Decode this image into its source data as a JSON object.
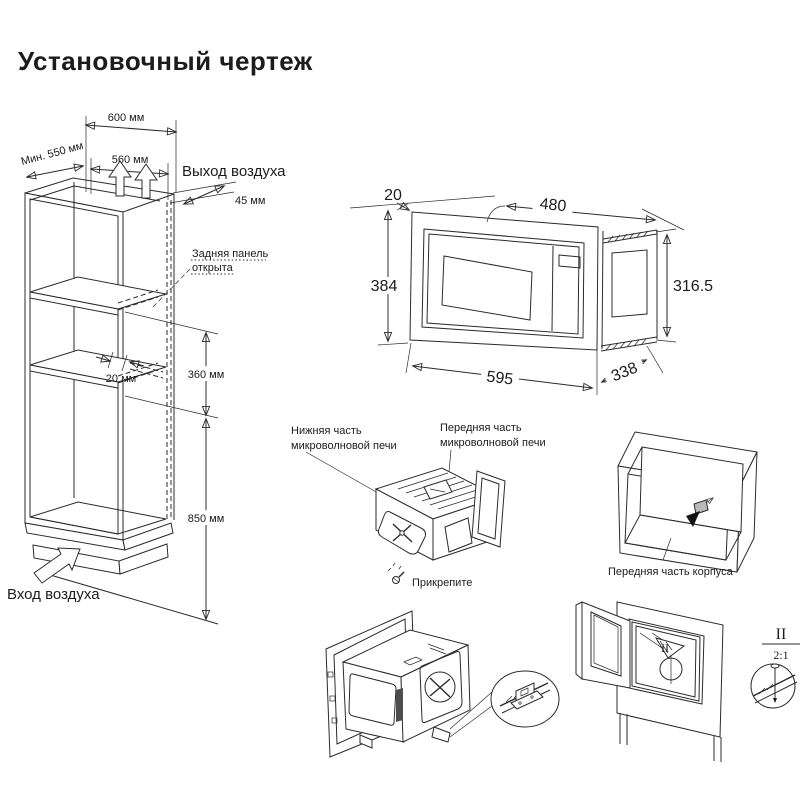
{
  "title": "Установочный чертеж",
  "colors": {
    "line": "#2b2b2b",
    "bg": "#ffffff",
    "dark_fill": "#4d4d4d"
  },
  "cabinet": {
    "dim_top_width": "600 мм",
    "dim_min_depth": "Мин. 550 мм",
    "dim_inner_width": "560 мм",
    "air_outlet": "Выход воздуха",
    "dim_top_rail": "45 мм",
    "back_panel_note_line1": "Задняя панель",
    "back_panel_note_line2": "открыта",
    "dim_back_gap": "20 мм",
    "dim_niche_height": "360 мм",
    "dim_floor_height": "850 мм",
    "air_inlet": "Вход воздуха"
  },
  "oven": {
    "dim_top_gap": "20",
    "dim_inner_width": "480",
    "dim_front_height": "384",
    "dim_body_height": "316.5",
    "dim_front_width": "595",
    "dim_body_depth": "338"
  },
  "assembly": {
    "bottom_label_line1": "Нижняя часть",
    "bottom_label_line2": "микроволновой печи",
    "front_label_line1": "Передняя часть",
    "front_label_line2": "микроволновой печи",
    "attach_note": "Прикрепите"
  },
  "housing": {
    "front_label": "Передняя часть корпуса"
  },
  "detail": {
    "marker": "II",
    "legend_label": "II",
    "legend_scale": "2:1"
  }
}
